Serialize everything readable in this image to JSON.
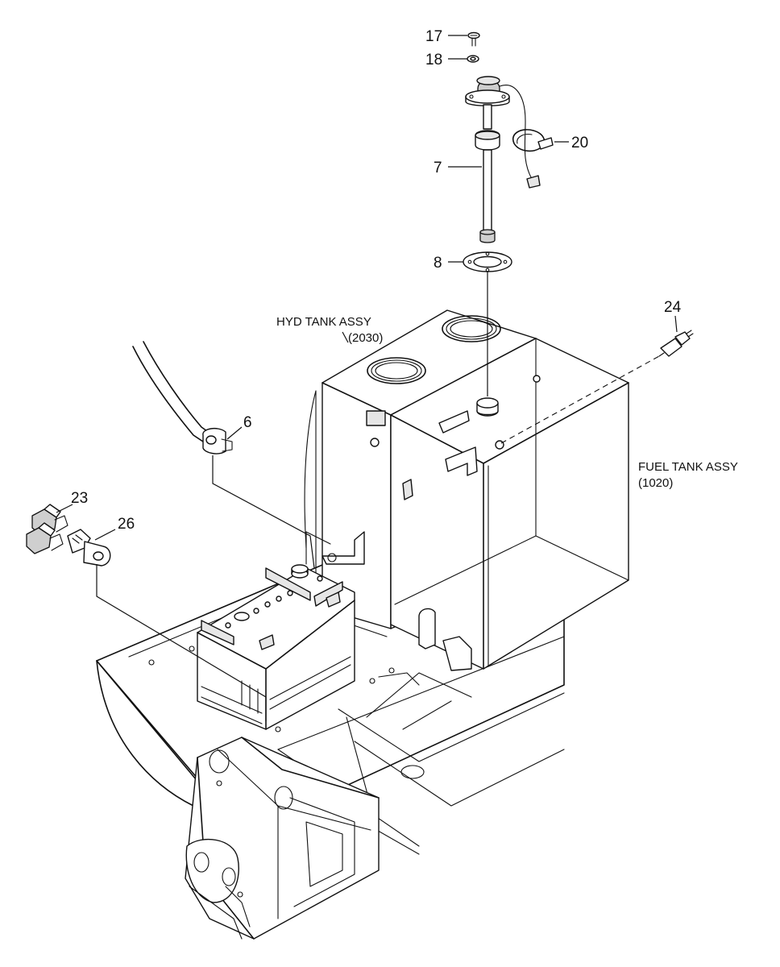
{
  "diagram": {
    "part_numbers": {
      "p17": "17",
      "p18": "18",
      "p20": "20",
      "p7": "7",
      "p8": "8",
      "p24": "24",
      "p6": "6",
      "p23": "23",
      "p26": "26"
    },
    "assemblies": {
      "hyd_tank_name": "HYD TANK ASSY",
      "hyd_tank_code": "(2030)",
      "fuel_tank_name": "FUEL TANK ASSY",
      "fuel_tank_code": "(1020)"
    },
    "colors": {
      "line": "#111111",
      "background": "#ffffff",
      "shade": "#e6e6e6"
    }
  }
}
